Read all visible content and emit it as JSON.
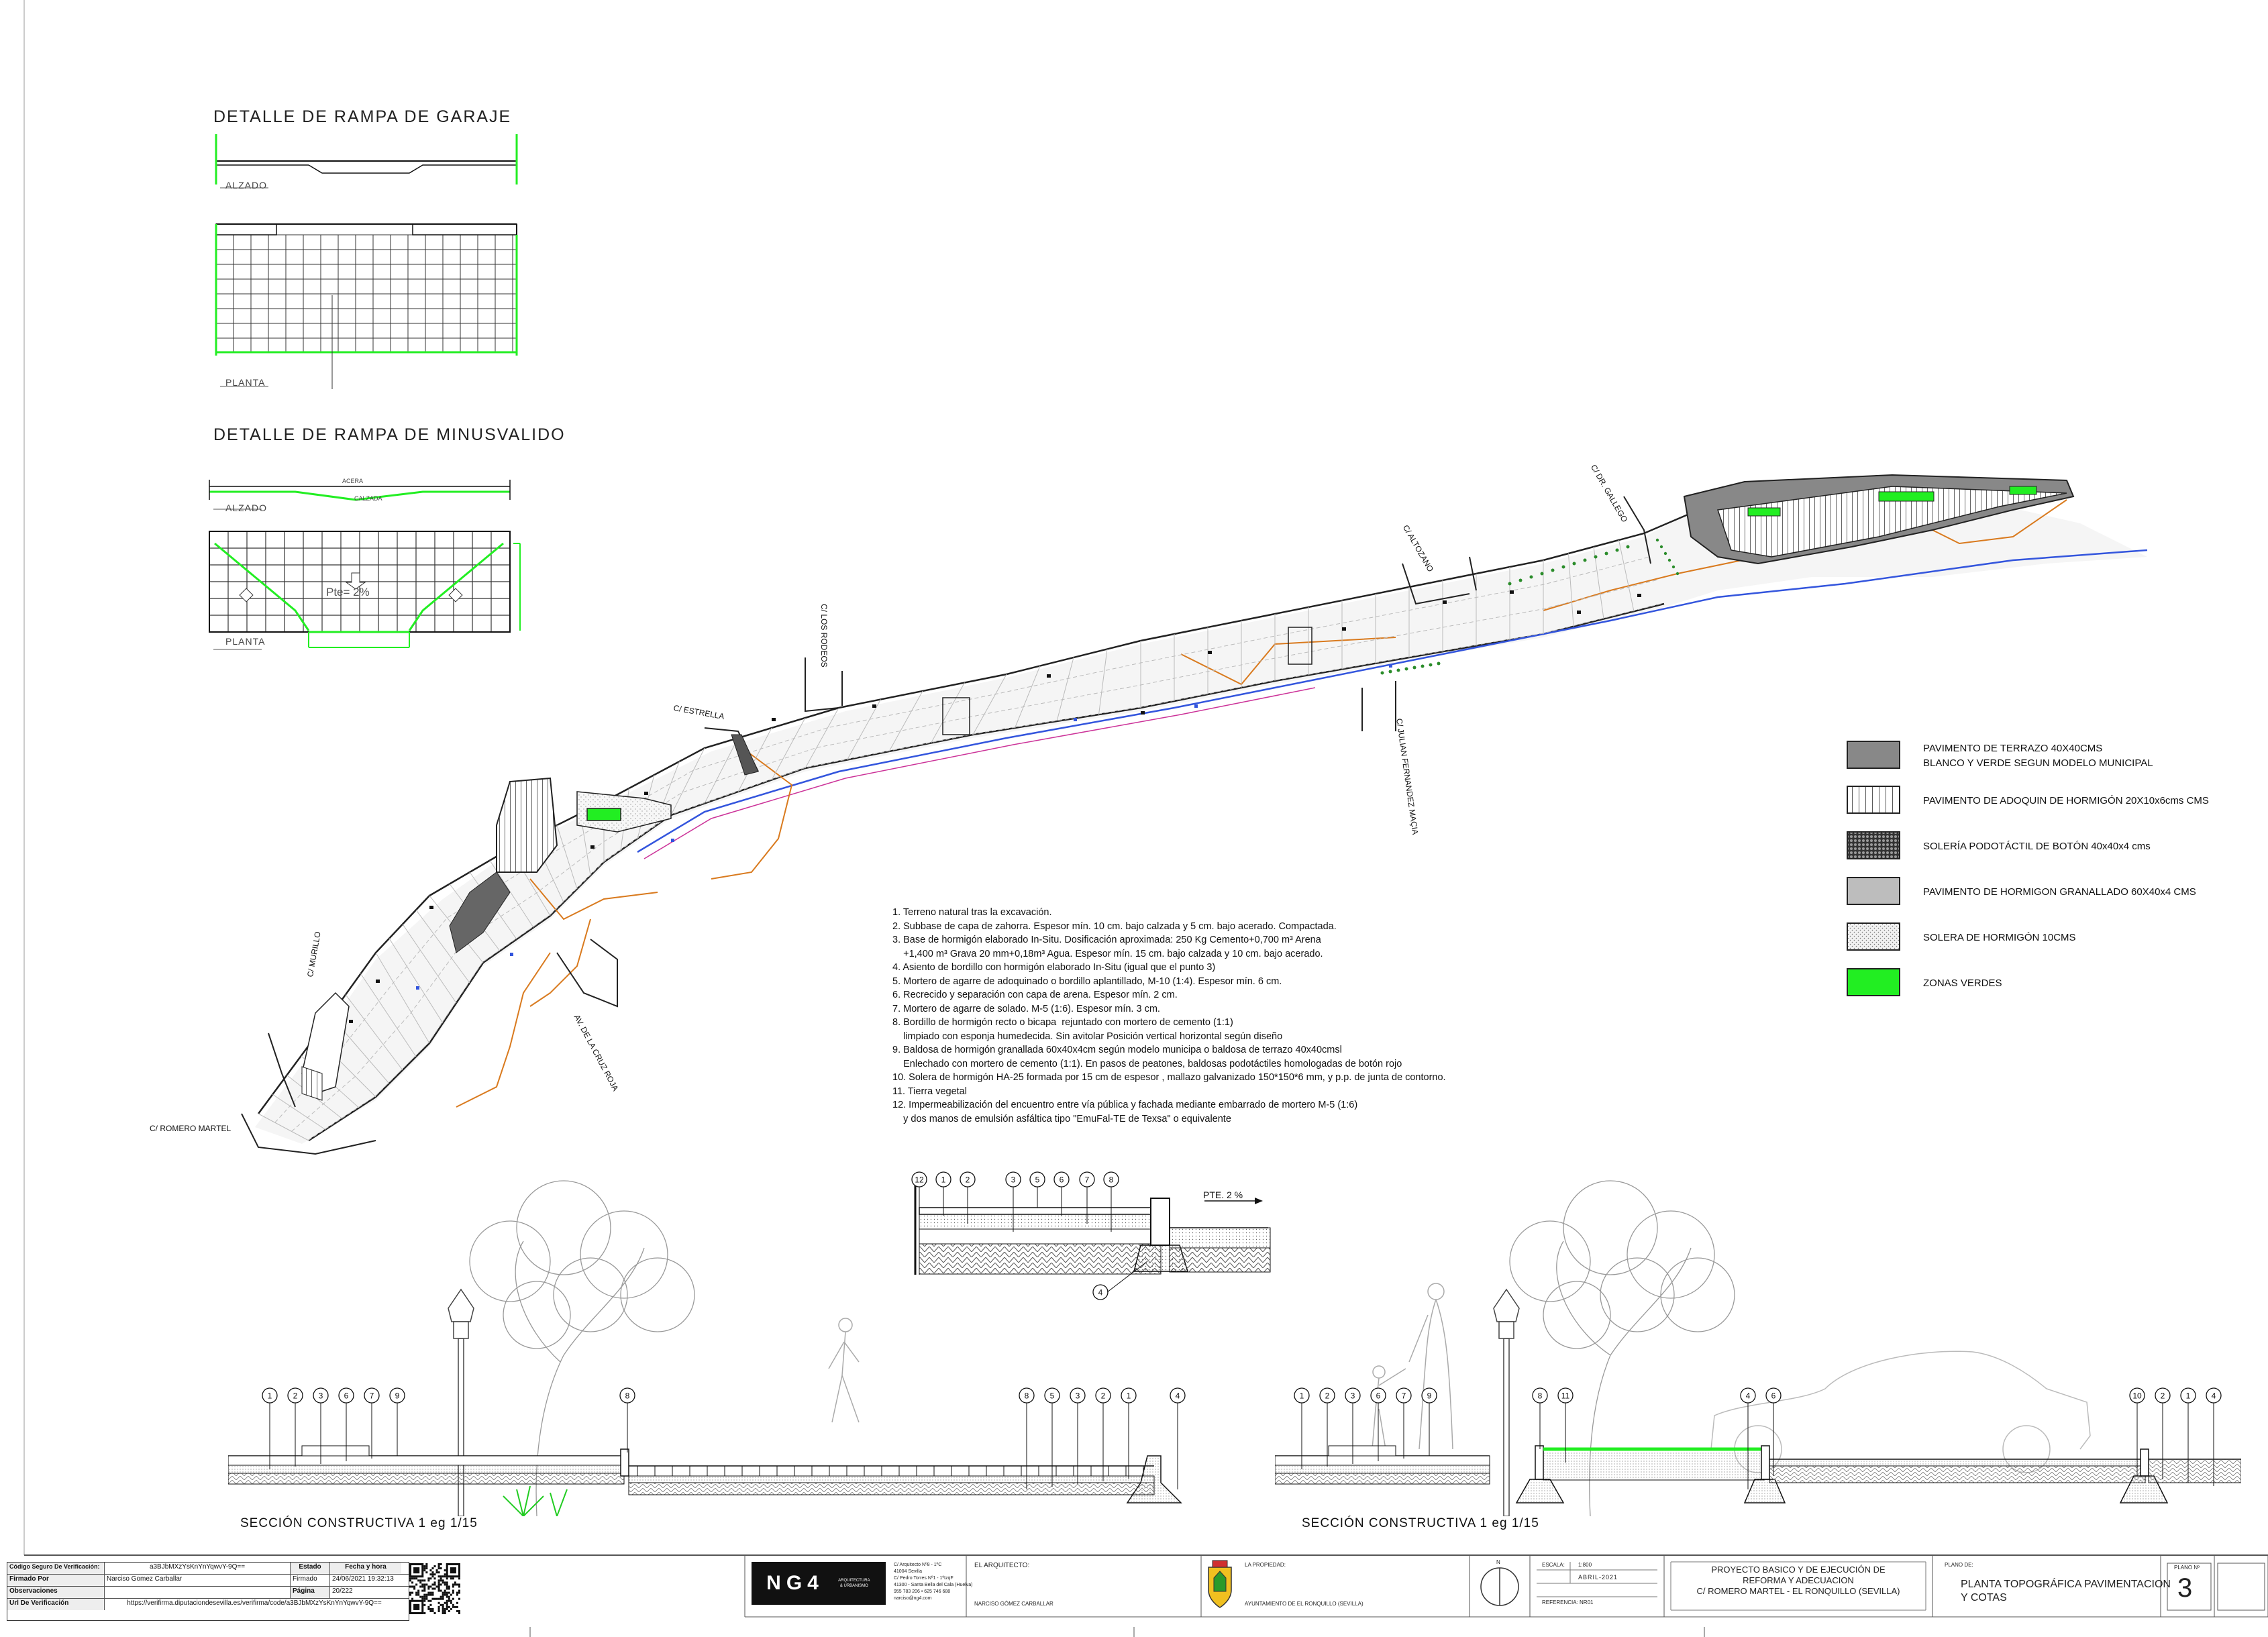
{
  "details": {
    "garage_title": "DETALLE DE RAMPA DE GARAJE",
    "minus_title": "DETALLE DE RAMPA DE MINUSVALIDO",
    "alzado": "ALZADO",
    "planta": "PLANTA",
    "acera": "ACERA",
    "calzada": "CALZADA",
    "pte": "Pte= 2%"
  },
  "streets": {
    "galiego": "C/ DR. GALLEGO",
    "altozano": "C/ ALTOZANO",
    "rodeos": "C/ LOS RODEOS",
    "estrella": "C/ ESTRELLA",
    "julian": "C/ JULIAN FERNANDEZ MAÇIA",
    "murillo": "C/ MURILLO",
    "cruz_roja": "AV. DE LA CRUZ ROJA",
    "romero": "C/ ROMERO MARTEL"
  },
  "legend": [
    {
      "label": "PAVIMENTO DE TERRAZO 40X40CMS",
      "label2": "BLANCO Y VERDE SEGUN MODELO MUNICIPAL",
      "pattern": "terrazo"
    },
    {
      "label": "PAVIMENTO DE ADOQUIN DE HORMIGÓN  20X10x6cms CMS",
      "pattern": "adoquin"
    },
    {
      "label": "SOLERÍA PODOTÁCTIL DE BOTÓN 40x40x4 cms",
      "pattern": "podo"
    },
    {
      "label": "PAVIMENTO DE HORMIGON GRANALLADO 60X40x4 CMS",
      "pattern": "granallado"
    },
    {
      "label": "SOLERA DE HORMIGÓN 10CMS",
      "pattern": "solera"
    },
    {
      "label": "ZONAS VERDES",
      "pattern": "verde"
    }
  ],
  "colors": {
    "green": "#22ee22",
    "orange": "#d97a1e",
    "blue": "#3355dd",
    "magenta": "#cc3399"
  },
  "notes": [
    "1. Terreno natural tras la excavación.",
    "2. Subbase de capa de zahorra. Espesor mín. 10 cm. bajo calzada y 5 cm. bajo acerado. Compactada.",
    "3. Base de hormigón elaborado In-Situ. Dosificación aproximada: 250 Kg Cemento+0,700 m³ Arena",
    "    +1,400 m³ Grava 20 mm+0,18m³ Agua. Espesor mín. 15 cm. bajo calzada y 10 cm. bajo acerado.",
    "4. Asiento de bordillo con hormigón elaborado In-Situ (igual que el punto 3)",
    "5. Mortero de agarre de adoquinado o bordillo aplantillado, M-10 (1:4). Espesor mín. 6 cm.",
    "6. Recrecido y separación con capa de arena. Espesor mín. 2 cm.",
    "7. Mortero de agarre de solado. M-5 (1:6). Espesor mín. 3 cm.",
    "8. Bordillo de hormigón recto o bicapa  rejuntado con mortero de cemento (1:1)",
    "    limpiado con esponja humedecida. Sin avitolar Posición vertical horizontal según diseño",
    "9. Baldosa de hormigón granallada 60x40x4cm según modelo municipa o baldosa de terrazo 40x40cmsl",
    "    Enlechado con mortero de cemento (1:1). En pasos de peatones, baldosas podotáctiles homologadas de botón rojo",
    "10. Solera de hormigón HA-25 formada por 15 cm de espesor , mallazo galvanizado 150*150*6 mm, y p.p. de junta de contorno.",
    "11. Tierra vegetal",
    "12. Impermeabilización del encuentro entre vía pública y fachada mediante embarrado de mortero M-5 (1:6)",
    "    y dos manos de emulsión asfáltica tipo \"EmuFal-TE de Texsa\" o equivalente"
  ],
  "detail_section": {
    "pte": "PTE. 2 %",
    "top_nums": [
      "12",
      "1",
      "2",
      "3",
      "5",
      "6",
      "7",
      "8"
    ],
    "bottom_num": "4"
  },
  "section_left": {
    "label": "SECCIÓN  CONSTRUCTIVA 1  eg 1/15",
    "nums_left": [
      "1",
      "2",
      "3",
      "6",
      "7",
      "9"
    ],
    "num_mid": "8",
    "nums_right": [
      "8",
      "5",
      "3",
      "2",
      "1"
    ],
    "num_end": "4"
  },
  "section_right": {
    "label": "SECCIÓN  CONSTRUCTIVA 1  eg 1/15",
    "nums_left": [
      "1",
      "2",
      "3",
      "6",
      "7",
      "9"
    ],
    "nums_mid": [
      "8",
      "11"
    ],
    "nums_mid2": [
      "4",
      "6"
    ],
    "nums_right": [
      "10",
      "2",
      "1",
      "4"
    ]
  },
  "cartouche": {
    "verify": {
      "code_lbl": "Código Seguro De Verificación:",
      "code_val": "a3BJbMXzYsKnYnYqwvY-9Q==",
      "estado_lbl": "Estado",
      "fecha_lbl": "Fecha y hora",
      "firmado_lbl": "Firmado Por",
      "firmado_val": "Narciso Gomez Carballar",
      "firmado_estado": "Firmado",
      "firmado_fecha": "24/06/2021 19:32:13",
      "obs_lbl": "Observaciones",
      "pagina_lbl": "Página",
      "pagina_val": "20/222",
      "url_lbl": "Url De Verificación",
      "url_val": "https://verifirma.diputaciondesevilla.es/verifirma/code/a3BJbMXzYsKnYnYqwvY-9Q=="
    },
    "logo": "NG4",
    "logo_sub": "ARQUITECTURA & URBANISMO",
    "studio": [
      "C/ Arquitecto Nº8 - 1ºC",
      "41004 Sevilla",
      "C/ Pedro Torres Nº1 - 1ºIzqF",
      "41300 - Santa Bella del Cala (Huelva)",
      "955 783 206 • 625 746 688",
      "narciso@ng4.com"
    ],
    "architect_lbl": "EL ARQUITECTO:",
    "architect_val": "NARCISO GÓMEZ CARBALLAR",
    "property_lbl": "LA PROPIEDAD:",
    "property_val": "AYUNTAMIENTO DE EL RONQUILLO (SEVILLA)",
    "scale_lbl": "ESCALA:",
    "scale_val": "1:800",
    "date_val": "ABRIL-2021",
    "ref_lbl": "REFERENCIA: NR01",
    "project": [
      "PROYECTO BASICO Y DE EJECUCIÓN DE",
      "REFORMA Y ADECUACION",
      "C/ ROMERO MARTEL - EL RONQUILLO (SEVILLA)"
    ],
    "plano_lbl": "PLANO DE:",
    "plano_title": [
      "PLANTA TOPOGRÁFICA  PAVIMENTACION",
      "Y COTAS"
    ],
    "plano_no_lbl": "PLANO Nº",
    "plano_no": "3",
    "north": "N"
  }
}
